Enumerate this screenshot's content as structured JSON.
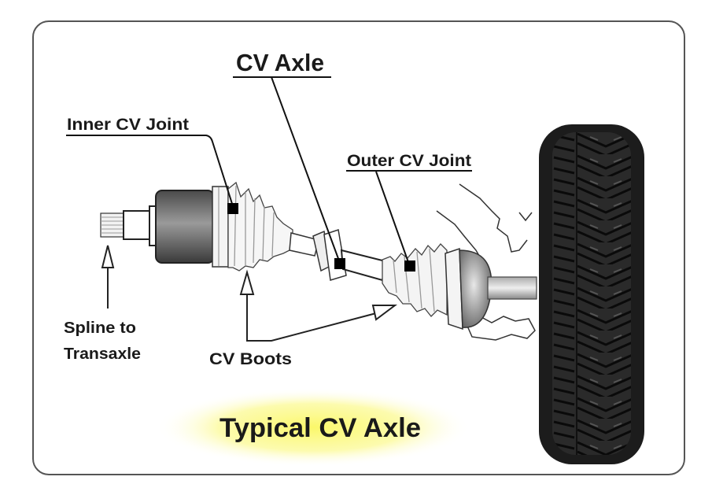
{
  "title": "CV Axle",
  "caption": "Typical CV Axle",
  "labels": {
    "inner_cv_joint": "Inner CV Joint",
    "outer_cv_joint": "Outer CV Joint",
    "spline_line1": "Spline to",
    "spline_line2": "Transaxle",
    "cv_boots": "CV Boots"
  },
  "colors": {
    "frame": "#555555",
    "highlight": "#fbf86a",
    "text": "#1a1a1a",
    "tire": "#1c1c1c"
  }
}
